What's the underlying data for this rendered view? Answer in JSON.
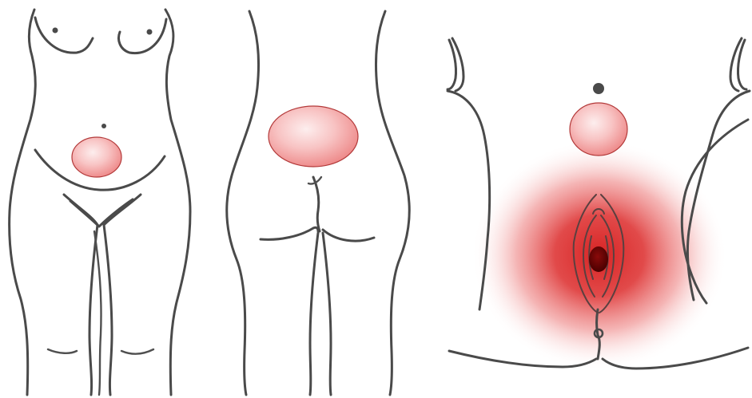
{
  "colors": {
    "background": "#ffffff",
    "line_ink": "#4a4a4a",
    "pain_area_fill_center": "#fbe3e3",
    "pain_area_fill_edge": "#ee8585",
    "pain_area_outline": "#b33a3a",
    "radiating_pain": "#d92020",
    "focal_point": "#6a0000"
  },
  "panels": [
    {
      "view": "front-torso",
      "pain_area": "lower-abdomen-below-navel"
    },
    {
      "view": "back-torso",
      "pain_area": "lower-back-sacral"
    },
    {
      "view": "perineal-close-up",
      "pain_area": "suprapubic",
      "radiating_pain": true,
      "focal_point": "vaginal-opening"
    }
  ]
}
